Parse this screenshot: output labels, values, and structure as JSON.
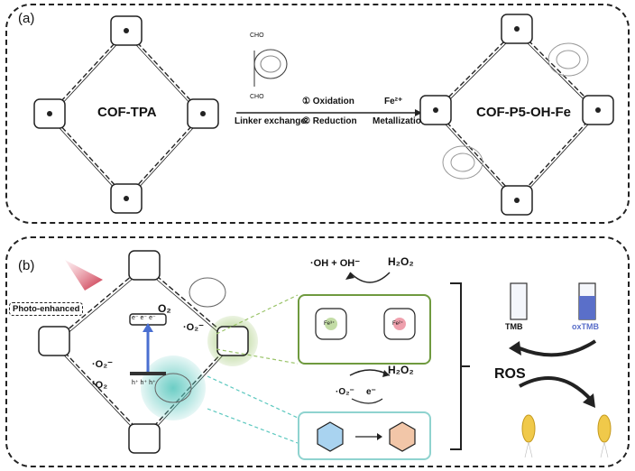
{
  "panel_a": {
    "label": "(a)",
    "left_name": "COF-TPA",
    "right_name": "COF-P5-OH-Fe",
    "linker_cho_top": "CHO",
    "linker_cho_bottom": "CHO",
    "step1_label": "Linker exchange",
    "step_oxidation": "① Oxidation",
    "step_reduction": "② Reduction",
    "step2_reagent": "Fe²⁺",
    "step2_label": "Metallization"
  },
  "panel_b": {
    "label": "(b)",
    "photo_box": "Photo-enhanced",
    "o2": "O₂",
    "superoxide_right": "·O₂⁻",
    "superoxide_left": "·O₂⁻",
    "singlet_o2": "¹O₂",
    "electrons": "e⁻ e⁻ e⁻",
    "holes": "h⁺ h⁺ h⁺",
    "oh_products": "·OH + OH⁻",
    "h2o2_top": "H₂O₂",
    "h2o2_mid": "H₂O₂",
    "superoxide_mid": "·O₂⁻",
    "electron_mid": "e⁻",
    "fe3": "Fe³⁺",
    "fe2": "Fe²⁺",
    "tmb": "TMB",
    "oxtmb": "oxTMB",
    "ros": "ROS"
  },
  "colors": {
    "green_inset": "#6f9a3f",
    "teal_inset": "#8fd3cf",
    "oxtmb_blue": "#5a6fc9",
    "pink_glow": "#e8788a",
    "green_glow": "#9bc46a",
    "teal_glow": "#5cc8bf"
  }
}
